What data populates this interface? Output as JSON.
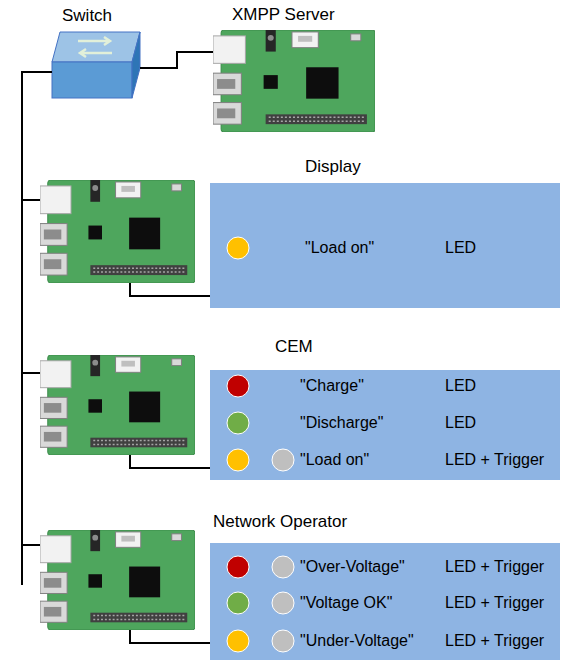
{
  "diagram": {
    "nodes": [
      {
        "text": [
          "Switch"
        ]
      },
      {
        "text": [
          "XMPP Server"
        ]
      },
      {
        "text": [
          "Display",
          "\"Load on\"",
          "LED"
        ]
      },
      {
        "text": [
          "CEM",
          "\"Charge\"",
          "LED",
          "\"Discharge\"",
          "LED",
          "\"Load on\"",
          "LED + Trigger"
        ]
      },
      {
        "text": [
          "Network Operator",
          "\"Over-Voltage\"",
          "LED + Trigger",
          "\"Voltage OK\"",
          "LED + Trigger",
          "\"Under-Voltage\"",
          "LED + Trigger"
        ]
      }
    ],
    "edges": [
      {
        "from": 0,
        "to": 1,
        "arrow": "none"
      }
    ]
  }
}
